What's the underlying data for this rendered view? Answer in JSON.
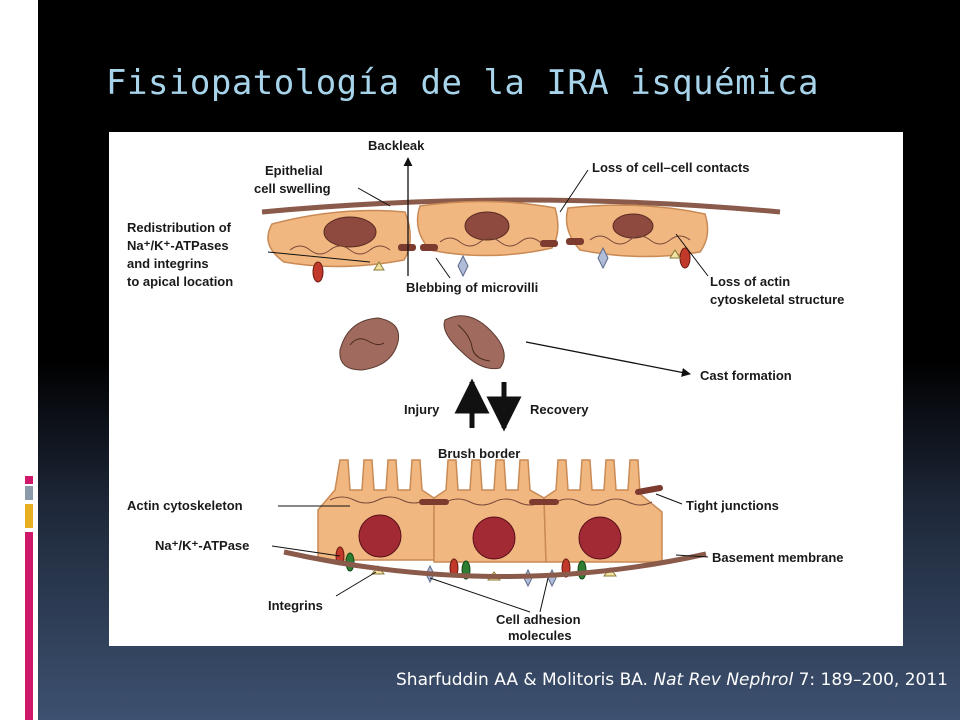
{
  "slide": {
    "title": "Fisiopatología de la IRA isquémica",
    "citation": {
      "authors": "Sharfuddin AA & Molitoris BA. ",
      "journal": "Nat Rev Nephrol",
      "details": " 7: 189–200, 2011"
    }
  },
  "figure": {
    "labels": {
      "backleak": "Backleak",
      "epithelial_1": "Epithelial",
      "epithelial_2": "cell swelling",
      "loss_contacts": "Loss of cell–cell contacts",
      "redistribution_1": "Redistribution of",
      "redistribution_2": "Na⁺/K⁺-ATPases",
      "redistribution_3": "and integrins",
      "redistribution_4": "to apical location",
      "blebbing": "Blebbing of microvilli",
      "loss_actin_1": "Loss of actin",
      "loss_actin_2": "cytoskeletal structure",
      "cast_formation": "Cast formation",
      "injury": "Injury",
      "recovery": "Recovery",
      "brush_border": "Brush border",
      "actin_cytoskeleton": "Actin cytoskeleton",
      "tight_junctions": "Tight junctions",
      "na_k_atpase": "Na⁺/K⁺-ATPase",
      "basement_membrane": "Basement membrane",
      "integrins": "Integrins",
      "cell_adhesion_1": "Cell adhesion",
      "cell_adhesion_2": "molecules"
    }
  },
  "colors": {
    "cell_fill": "#f1b781",
    "nucleus_fill": "#8e4a3e",
    "membrane": "#8a5a4a",
    "red_nucleus": "#a22a35",
    "title": "#a7d4ea",
    "accent_magenta": "#d0186a",
    "accent_yellow": "#e8b020",
    "accent_gray": "#8a9aa8"
  }
}
